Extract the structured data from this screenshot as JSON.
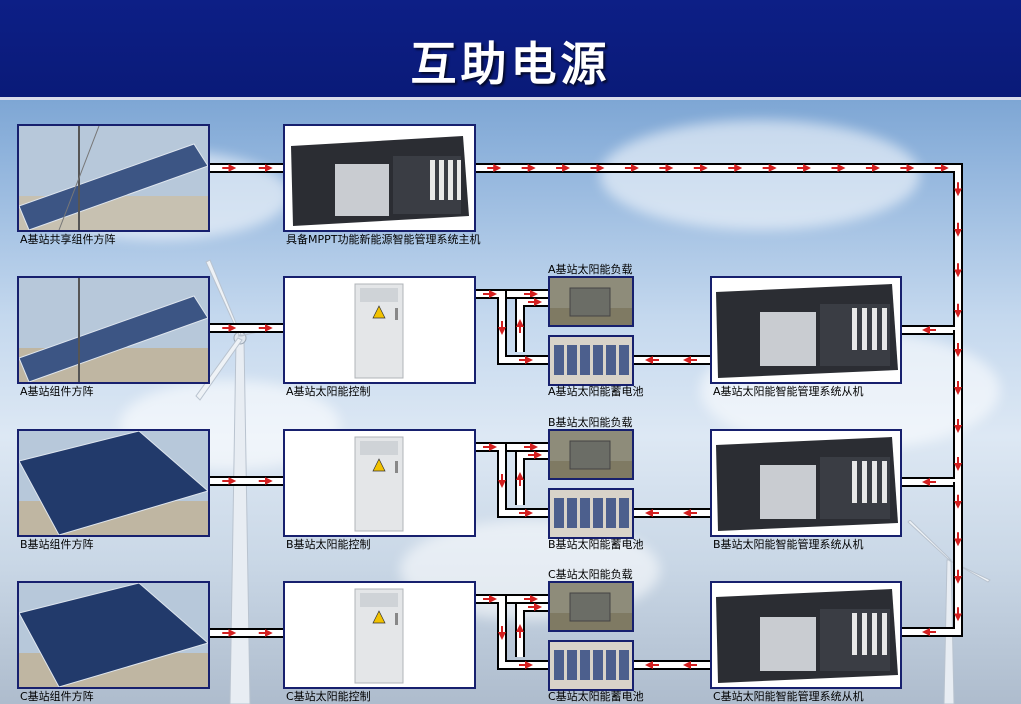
{
  "header": {
    "title": "互助电源"
  },
  "row1": {
    "panel_label": "A基站共享组件方阵",
    "host_label": "具备MPPT功能新能源智能管理系统主机"
  },
  "rows": [
    {
      "panel_label": "A基站组件方阵",
      "controller_label": "A基站太阳能控制",
      "load_label": "A基站太阳能负载",
      "battery_label": "A基站太阳能蓄电池",
      "slave_label": "A基站太阳能智能管理系统从机"
    },
    {
      "panel_label": "B基站组件方阵",
      "controller_label": "B基站太阳能控制",
      "load_label": "B基站太阳能负载",
      "battery_label": "B基站太阳能蓄电池",
      "slave_label": "B基站太阳能智能管理系统从机"
    },
    {
      "panel_label": "C基站组件方阵",
      "controller_label": "C基站太阳能控制",
      "load_label": "C基站太阳能负载",
      "battery_label": "C基站太阳能蓄电池",
      "slave_label": "C基站太阳能智能管理系统从机"
    }
  ],
  "colors": {
    "header_bg": "#0d1f86",
    "box_border": "#17206e",
    "arrow": "#d42020",
    "pipe_border": "#000000"
  },
  "icons": {
    "solar_panel": "solar-panel-array-photo",
    "cabinet": "controller-cabinet-icon",
    "rack": "rack-unit-icon",
    "warning": "warning-triangle-icon"
  }
}
